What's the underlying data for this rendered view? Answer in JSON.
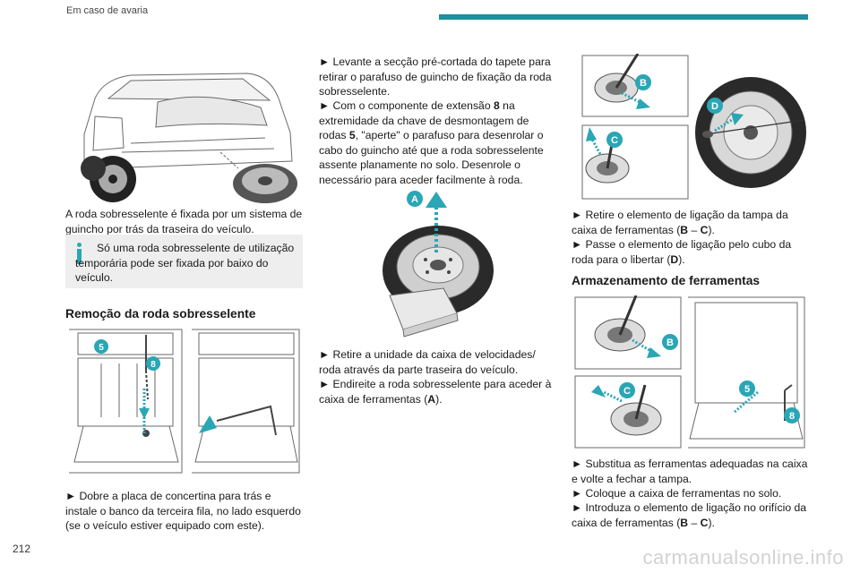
{
  "header": {
    "title": "Em caso de avaria"
  },
  "page_number": "212",
  "watermark": "carmanualsonline.info",
  "colors": {
    "accent": "#1d8f9e",
    "note_icon": "#2aa6b5",
    "note_bg": "#eeeeee"
  },
  "col1": {
    "para1": "A roda sobresselente é fixada por um sistema de guincho por trás da traseira do veículo.",
    "note": "Só uma roda sobresselente de utilização temporária pode ser fixada por baixo do veículo.",
    "heading": "Remoção da roda sobresselente",
    "step1": "► Dobre a placa de concertina para trás e instale o banco da terceira fila, no lado esquerdo (se o veículo estiver equipado com este)."
  },
  "col2": {
    "step_a": "► Levante a secção pré-cortada do tapete para retirar o parafuso de guincho de fixação da roda sobresselente.",
    "step_b_1": "► Com o componente de extensão ",
    "step_b_8": "8",
    "step_b_2": " na extremidade da chave de desmontagem de rodas ",
    "step_b_5": "5",
    "step_b_3": ", \"aperte\" o parafuso para desenrolar o cabo do guincho até que a roda sobresselente assente planamente no solo. Desenrole o necessário para aceder facilmente à roda.",
    "step_c": "► Retire a unidade da caixa de velocidades/ roda através da parte traseira do veículo.",
    "step_d_1": "► Endireite a roda sobresselente para aceder à caixa de ferramentas (",
    "step_d_a": "A",
    "step_d_2": ")."
  },
  "col3": {
    "step_e_1": "► Retire o elemento de ligação da tampa da caixa de ferramentas (",
    "step_e_b": "B",
    "step_e_dash": " – ",
    "step_e_c": "C",
    "step_e_2": ").",
    "step_f_1": "► Passe o elemento de ligação pelo cubo da roda para o libertar (",
    "step_f_d": "D",
    "step_f_2": ").",
    "heading": "Armazenamento de ferramentas",
    "step_g": "► Substitua as ferramentas adequadas na caixa e volte a fechar a tampa.",
    "step_h": "► Coloque a caixa de ferramentas no solo.",
    "step_i_1": "► Introduza o elemento de ligação no orifício da caixa de ferramentas (",
    "step_i_b": "B",
    "step_i_dash": " – ",
    "step_i_c": "C",
    "step_i_2": ")."
  },
  "figure_labels": {
    "five": "5",
    "eight": "8",
    "a": "A",
    "b": "B",
    "c": "C",
    "d": "D"
  }
}
